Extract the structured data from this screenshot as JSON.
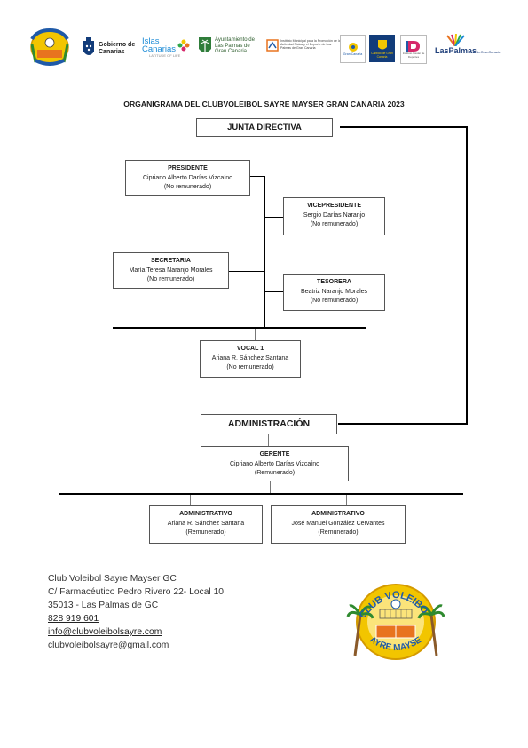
{
  "logos": {
    "club_top_text": "CLUB VOLEIBOL",
    "club_bottom_text": "SAYRE MAYSER",
    "gobierno": "Gobierno de Canarias",
    "islas_canarias": "Islas Canarias",
    "islas_sub": "LATITUDE OF LIFE",
    "ayuntamiento": "Ayuntamiento de Las Palmas de Gran Canaria",
    "instituto": "Instituto Municipal para la Promoción de la Actividad Física y el Deporte de Las Palmas de Gran Canaria",
    "gran_canaria_1": "Gran Canaria",
    "gran_canaria_2": "Cabildo de Gran Canaria",
    "deportes": "Instituto Insular de Deportes",
    "laspalmas": "LasPalmas",
    "laspalmas_sub": "deGranCanaria"
  },
  "title": "ORGANIGRAMA DEL CLUBVOLEIBOL SAYRE MAYSER GRAN CANARIA 2023",
  "junta": {
    "header": "JUNTA DIRECTIVA",
    "presidente": {
      "role": "PRESIDENTE",
      "name": "Cipriano Alberto Darías Vizcaíno",
      "status": "(No remunerado)"
    },
    "vicepresidente": {
      "role": "VICEPRESIDENTE",
      "name": "Sergio Darías Naranjo",
      "status": "(No remunerado)"
    },
    "secretaria": {
      "role": "SECRETARIA",
      "name": "María Teresa Naranjo Morales",
      "status": "(No remunerado)"
    },
    "tesorera": {
      "role": "TESORERA",
      "name": "Beatriz Naranjo Morales",
      "status": "(No remunerado)"
    },
    "vocal": {
      "role": "VOCAL 1",
      "name": "Ariana R. Sánchez Santana",
      "status": "(No remunerado)"
    }
  },
  "admin": {
    "header": "ADMINISTRACIÓN",
    "gerente": {
      "role": "GERENTE",
      "name": "Cipriano Alberto Darías Vizcaíno",
      "status": "(Remunerado)"
    },
    "administrativo_1": {
      "role": "ADMINISTRATIVO",
      "name": "Ariana R. Sánchez Santana",
      "status": "(Remunerado)"
    },
    "administrativo_2": {
      "role": "ADMINISTRATIVO",
      "name": "José Manuel González Cervantes",
      "status": "(Remunerado)"
    }
  },
  "footer": {
    "line1": "Club Voleibol Sayre Mayser GC",
    "line2": "C/ Farmacéutico Pedro Rivero 22- Local 10",
    "line3": "35013 - Las Palmas de GC",
    "phone": "828 919 601",
    "email1": "info@clubvoleibolsayre.com",
    "email2": "clubvoleibolsayre@gmail.com"
  },
  "colors": {
    "accent_yellow": "#f2c500",
    "orange": "#e8731f",
    "blue": "#1f5aa8",
    "green": "#2f8a2f"
  }
}
